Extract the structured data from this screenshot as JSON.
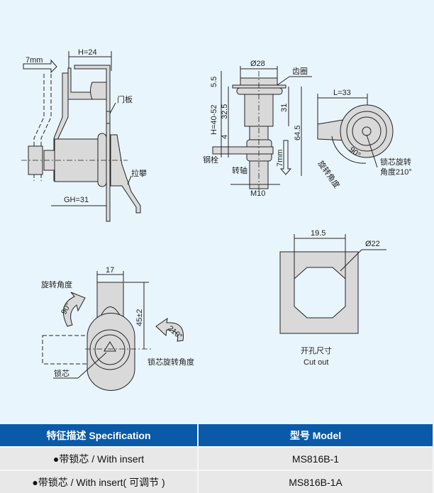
{
  "drawing_side": {
    "h_dim": "H=24",
    "push": "7mm",
    "door_panel": "门板",
    "pull": "拉攀",
    "gh_dim": "GH=31"
  },
  "drawing_front": {
    "dia": "Ø28",
    "ring": "齿圈",
    "d55": "5.5",
    "h_range": "H=40-52",
    "d325": "32.5",
    "d4": "4",
    "d31": "31",
    "d645": "64.5",
    "push": "7mm",
    "bolt": "钢栓",
    "shaft": "转轴",
    "thread": "M10"
  },
  "drawing_top": {
    "l_dim": "L=33",
    "angle": "90°",
    "rot_label": "旋转角度",
    "core_rot1": "锁芯旋转",
    "core_rot2": "角度210°"
  },
  "drawing_cam": {
    "rot_label": "旋转角度",
    "width": "17",
    "angle90": "90°",
    "height": "45±2",
    "angle210": "210°",
    "core_rot": "锁芯旋转角度",
    "core": "锁芯"
  },
  "drawing_cutout": {
    "width": "19.5",
    "dia": "Ø22",
    "label_cn": "开孔尺寸",
    "label_en": "Cut out"
  },
  "table": {
    "headers": [
      "特征描述 Specification",
      "型号 Model"
    ],
    "rows": [
      {
        "spec": "●带锁芯 / With insert",
        "model": "MS816B-1"
      },
      {
        "spec": "●带锁芯 / With insert( 可调节 )",
        "model": "MS816B-1A"
      }
    ]
  }
}
